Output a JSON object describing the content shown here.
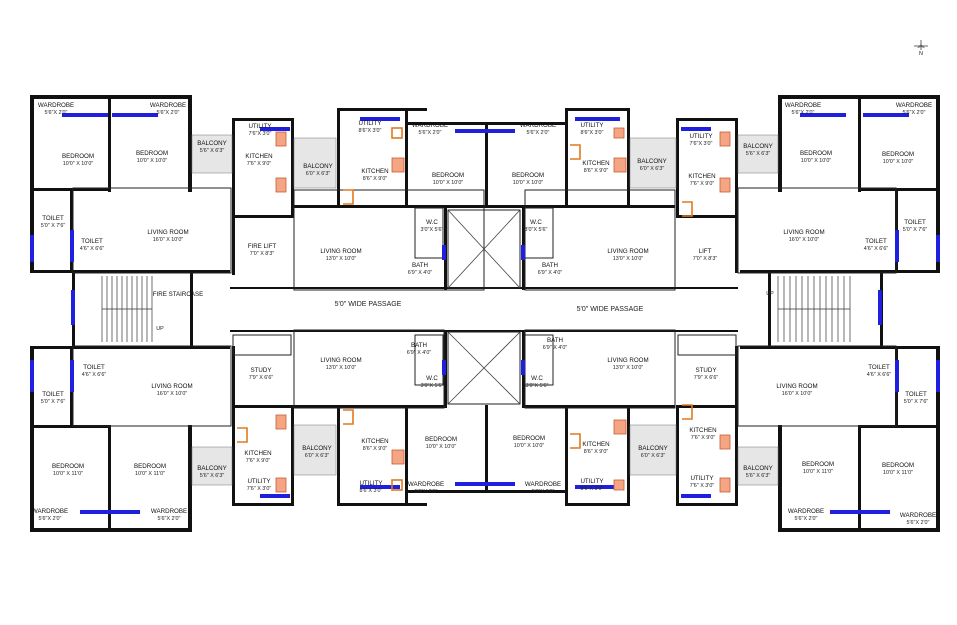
{
  "plan": {
    "north_arrow_label": "N",
    "passage_labels": [
      "5'0\" WIDE PASSAGE",
      "5'0\" WIDE PASSAGE"
    ],
    "rooms": [
      {
        "name": "WARDROBE",
        "dim": "5'6\"X 2'0\""
      },
      {
        "name": "WARDROBE",
        "dim": "5'6\"X 2'0\""
      },
      {
        "name": "BEDROOM",
        "dim": "10'0\" X 10'0\""
      },
      {
        "name": "BEDROOM",
        "dim": "10'0\" X 10'0\""
      },
      {
        "name": "BALCONY",
        "dim": "5'6\" X 6'3\""
      },
      {
        "name": "UTILITY",
        "dim": "7'6\"X 3'0\""
      },
      {
        "name": "KITCHEN",
        "dim": "7'6\" X 9'0\""
      },
      {
        "name": "BALCONY",
        "dim": "6'0\" X 6'3\""
      },
      {
        "name": "TOILET",
        "dim": "5'0\" X 7'6\""
      },
      {
        "name": "TOILET",
        "dim": "4'6\" X 6'6\""
      },
      {
        "name": "LIVING ROOM",
        "dim": "16'0\" X 10'0\""
      },
      {
        "name": "FIRE LIFT",
        "dim": "7'0\" X 8'3\""
      },
      {
        "name": "FIRE STAIRCASE",
        "dim": ""
      },
      {
        "name": "UTILITY",
        "dim": "8'6\"X 3'0\""
      },
      {
        "name": "KITCHEN",
        "dim": "8'6\" X 9'0\""
      },
      {
        "name": "WARDROBE",
        "dim": "5'6\"X 2'0\""
      },
      {
        "name": "BEDROOM",
        "dim": "10'0\" X 10'0\""
      },
      {
        "name": "LIVING ROOM",
        "dim": "13'0\" X 10'0\""
      },
      {
        "name": "W.C",
        "dim": "3'0\"X 5'6\""
      },
      {
        "name": "BATH",
        "dim": "6'9\" X 4'0\""
      },
      {
        "name": "WARDROBE",
        "dim": "5'6\"X 2'0\""
      },
      {
        "name": "BEDROOM",
        "dim": "10'0\" X 10'0\""
      },
      {
        "name": "W.C",
        "dim": "3'0\"X 5'6\""
      },
      {
        "name": "BATH",
        "dim": "6'9\" X 4'0\""
      },
      {
        "name": "UTILITY",
        "dim": "8'6\"X 3'0\""
      },
      {
        "name": "KITCHEN",
        "dim": "8'6\" X 9'0\""
      },
      {
        "name": "LIVING ROOM",
        "dim": "13'0\" X 10'0\""
      },
      {
        "name": "BALCONY",
        "dim": "6'0\" X 6'3\""
      },
      {
        "name": "UTILITY",
        "dim": "7'6\"X 3'0\""
      },
      {
        "name": "KITCHEN",
        "dim": "7'6\" X 9'0\""
      },
      {
        "name": "LIFT",
        "dim": "7'0\" X 8'3\""
      },
      {
        "name": "BALCONY",
        "dim": "5'6\" X 6'3\""
      },
      {
        "name": "WARDROBE",
        "dim": "5'6\"X 2'0\""
      },
      {
        "name": "WARDROBE",
        "dim": "5'6\"X 2'0\""
      },
      {
        "name": "BEDROOM",
        "dim": "10'0\" X 10'0\""
      },
      {
        "name": "BEDROOM",
        "dim": "10'0\" X 10'0\""
      },
      {
        "name": "LIVING ROOM",
        "dim": "16'0\" X 10'0\""
      },
      {
        "name": "TOILET",
        "dim": "5'0\" X 7'6\""
      },
      {
        "name": "TOILET",
        "dim": "4'6\" X 6'6\""
      },
      {
        "name": "TOILET",
        "dim": "4'6\" X 6'6\""
      },
      {
        "name": "TOILET",
        "dim": "5'0\" X 7'6\""
      },
      {
        "name": "LIVING ROOM",
        "dim": "16'0\" X 10'0\""
      },
      {
        "name": "STUDY",
        "dim": "7'9\" X 6'6\""
      },
      {
        "name": "BEDROOM",
        "dim": "10'0\" X 11'0\""
      },
      {
        "name": "BEDROOM",
        "dim": "10'0\" X 11'0\""
      },
      {
        "name": "BALCONY",
        "dim": "5'6\" X 6'3\""
      },
      {
        "name": "KITCHEN",
        "dim": "7'6\" X 9'0\""
      },
      {
        "name": "UTILITY",
        "dim": "7'6\" X 3'0\""
      },
      {
        "name": "BALCONY",
        "dim": "6'0\" X 6'3\""
      },
      {
        "name": "WARDROBE",
        "dim": "5'6\"X 2'0\""
      },
      {
        "name": "WARDROBE",
        "dim": "5'6\"X 2'0\""
      },
      {
        "name": "LIVING ROOM",
        "dim": "13'0\" X 10'0\""
      },
      {
        "name": "BATH",
        "dim": "6'9\" X 4'0\""
      },
      {
        "name": "W.C",
        "dim": "3'0\"X 5'6\""
      },
      {
        "name": "KITCHEN",
        "dim": "8'6\" X 9'0\""
      },
      {
        "name": "UTILITY",
        "dim": "8'6\"X 3'0\""
      },
      {
        "name": "BEDROOM",
        "dim": "10'0\" X 10'0\""
      },
      {
        "name": "WARDROBE",
        "dim": "5'6\"X 2'0\""
      },
      {
        "name": "BATH",
        "dim": "6'9\" X 4'0\""
      },
      {
        "name": "W.C",
        "dim": "3'0\"X 5'6\""
      },
      {
        "name": "BEDROOM",
        "dim": "10'0\" X 10'0\""
      },
      {
        "name": "WARDROBE",
        "dim": "5'6\"X 2'0\""
      },
      {
        "name": "KITCHEN",
        "dim": "8'6\" X 9'0\""
      },
      {
        "name": "UTILITY",
        "dim": "8'6\"X 3'0\""
      },
      {
        "name": "LIVING ROOM",
        "dim": "13'0\" X 10'0\""
      },
      {
        "name": "BALCONY",
        "dim": "6'0\" X 6'3\""
      },
      {
        "name": "STUDY",
        "dim": "7'9\" X 6'6\""
      },
      {
        "name": "KITCHEN",
        "dim": "7'6\" X 9'0\""
      },
      {
        "name": "UTILITY",
        "dim": "7'6\" X 3'0\""
      },
      {
        "name": "BALCONY",
        "dim": "5'6\" X 6'3\""
      },
      {
        "name": "LIVING ROOM",
        "dim": "16'0\" X 10'0\""
      },
      {
        "name": "TOILET",
        "dim": "4'6\" X 6'6\""
      },
      {
        "name": "TOILET",
        "dim": "5'0\" X 7'6\""
      },
      {
        "name": "BEDROOM",
        "dim": "10'0\" X 11'0\""
      },
      {
        "name": "BEDROOM",
        "dim": "10'0\" X 11'0\""
      },
      {
        "name": "WARDROBE",
        "dim": "5'6\"X 2'0\""
      },
      {
        "name": "WARDROBE",
        "dim": "5'6\"X 2'0\""
      }
    ],
    "stair_labels": [
      "UP",
      "UP"
    ],
    "colors": {
      "wall": "#111111",
      "window": "#1f1fe0",
      "fixture": "#f3a584",
      "sink": "#e07a20"
    }
  }
}
